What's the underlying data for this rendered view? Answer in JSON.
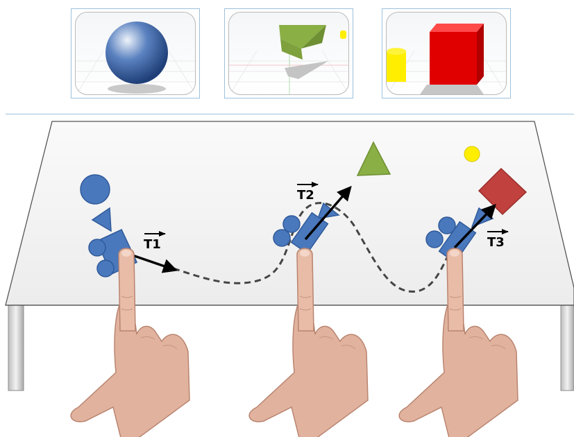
{
  "thumbnails": [
    {
      "shape": "sphere",
      "color": "#3b66a8"
    },
    {
      "shape": "triangular-prism",
      "color": "#8aaf45"
    },
    {
      "shape": "cube",
      "color": "#d20000"
    }
  ],
  "transforms": [
    {
      "label": "T1"
    },
    {
      "label": "T2"
    },
    {
      "label": "T3"
    }
  ],
  "colors": {
    "token_blue": "#4a78bd",
    "token_green": "#8aaf45",
    "token_yellow": "#ffee00",
    "token_red": "#c0413e",
    "skin": "#e2b39c",
    "path": "#444444"
  }
}
